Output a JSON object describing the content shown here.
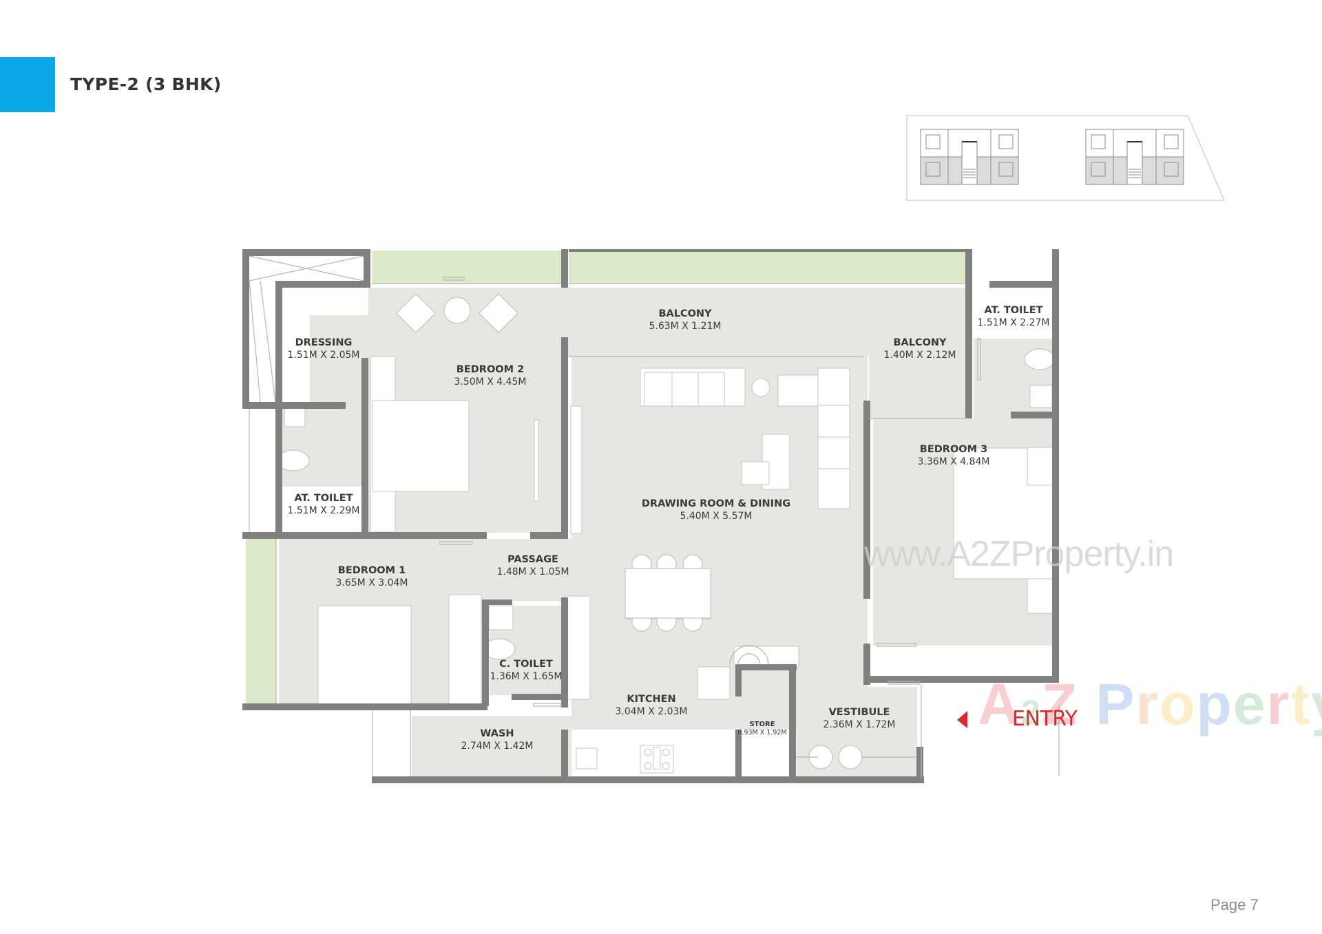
{
  "page": {
    "title": "TYPE-2 (3 BHK)",
    "page_number": "Page 7",
    "accent_color": "#0aa8e6"
  },
  "key_plan": {
    "description": "site key plan showing two building blocks"
  },
  "floor_plan": {
    "colors": {
      "wall": "#808080",
      "floor": "#e6e6e5",
      "landscape": "#dce8c8",
      "entry": "#e0262d"
    },
    "rooms": [
      {
        "name": "DRESSING",
        "dims": "1.51M X 2.05M"
      },
      {
        "name": "BEDROOM 2",
        "dims": "3.50M X 4.45M"
      },
      {
        "name": "BALCONY",
        "dims": "5.63M X 1.21M"
      },
      {
        "name": "AT. TOILET",
        "dims": "1.51M X 2.27M"
      },
      {
        "name": "BALCONY",
        "dims": "1.40M X 2.12M"
      },
      {
        "name": "AT. TOILET",
        "dims": "1.51M X 2.29M"
      },
      {
        "name": "BEDROOM 3",
        "dims": "3.36M X 4.84M"
      },
      {
        "name": "DRAWING ROOM & DINING",
        "dims": "5.40M X 5.57M"
      },
      {
        "name": "PASSAGE",
        "dims": "1.48M X 1.05M"
      },
      {
        "name": "BEDROOM 1",
        "dims": "3.65M X 3.04M"
      },
      {
        "name": "C. TOILET",
        "dims": "1.36M X 1.65M"
      },
      {
        "name": "KITCHEN",
        "dims": "3.04M X 2.03M"
      },
      {
        "name": "STORE",
        "dims": "0.93M X 1.92M"
      },
      {
        "name": "VESTIBULE",
        "dims": "2.36M X 1.72M"
      },
      {
        "name": "WASH",
        "dims": "2.74M X 1.42M"
      }
    ],
    "entry_label": "ENTRY"
  },
  "watermarks": {
    "url": "www.A2ZProperty.in",
    "logo": {
      "parts": [
        "A",
        "2",
        "Z",
        " ",
        "P",
        "r",
        "o",
        "p",
        "e",
        "r",
        "t",
        "y"
      ],
      "colors": [
        "#e0262d",
        "#3aa648",
        "#e0262d",
        "",
        "#2f6fd6",
        "#f07b2a",
        "#f2b705",
        "#2f6fd6",
        "#3aa648",
        "#e0262d",
        "#f2b705",
        "#3aa648"
      ]
    }
  }
}
